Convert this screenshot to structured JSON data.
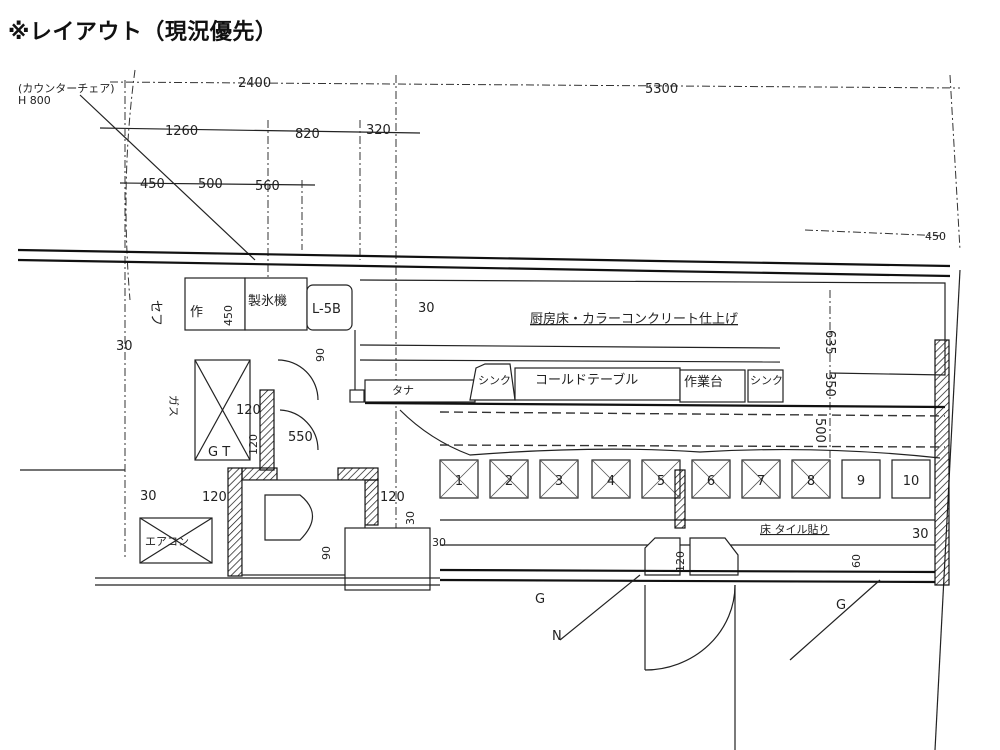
{
  "title": "※レイアウト（現況優先）",
  "dimensions": {
    "top_overall": "2400",
    "top_right": "5300",
    "row2": [
      "1260",
      "820",
      "320"
    ],
    "row3": [
      "450",
      "500",
      "560"
    ],
    "upper_right": "450",
    "right_vertical": [
      "635",
      "350",
      "500"
    ],
    "misc": {
      "d30_a": "30",
      "d30_b": "30",
      "d30_c": "30",
      "d30_d": "30",
      "d30_e": "30",
      "d30_f": "30",
      "d120_a": "120",
      "d120_b": "120",
      "d120_c": "120",
      "d120_d": "120",
      "d120_e": "120",
      "d550": "550",
      "d90_a": "90",
      "d90_b": "90",
      "d60": "60",
      "d450_v": "450"
    }
  },
  "notes": {
    "counter_note": "(カウンターチェア)",
    "height_note": "H 800"
  },
  "rooms": {
    "work_table_small": "作",
    "ice_machine": "製氷機",
    "l5b": "L-5B",
    "safe": "セフ",
    "grease_trap": "G T",
    "aircon": "エアコン",
    "gas": "ガス",
    "shelf": "タナ"
  },
  "kitchen": {
    "floor_note": "厨房床・カラーコンクリート仕上げ",
    "sink_left": "シンク",
    "cold_table": "コールドテーブル",
    "work_table": "作業台",
    "sink_right": "シンク"
  },
  "seats": [
    "1",
    "2",
    "3",
    "4",
    "5",
    "6",
    "7",
    "8",
    "9",
    "10"
  ],
  "hall": {
    "floor_note": "床 タイル貼り",
    "glass_left": "G",
    "glass_right": "G",
    "north_mark": "N"
  }
}
